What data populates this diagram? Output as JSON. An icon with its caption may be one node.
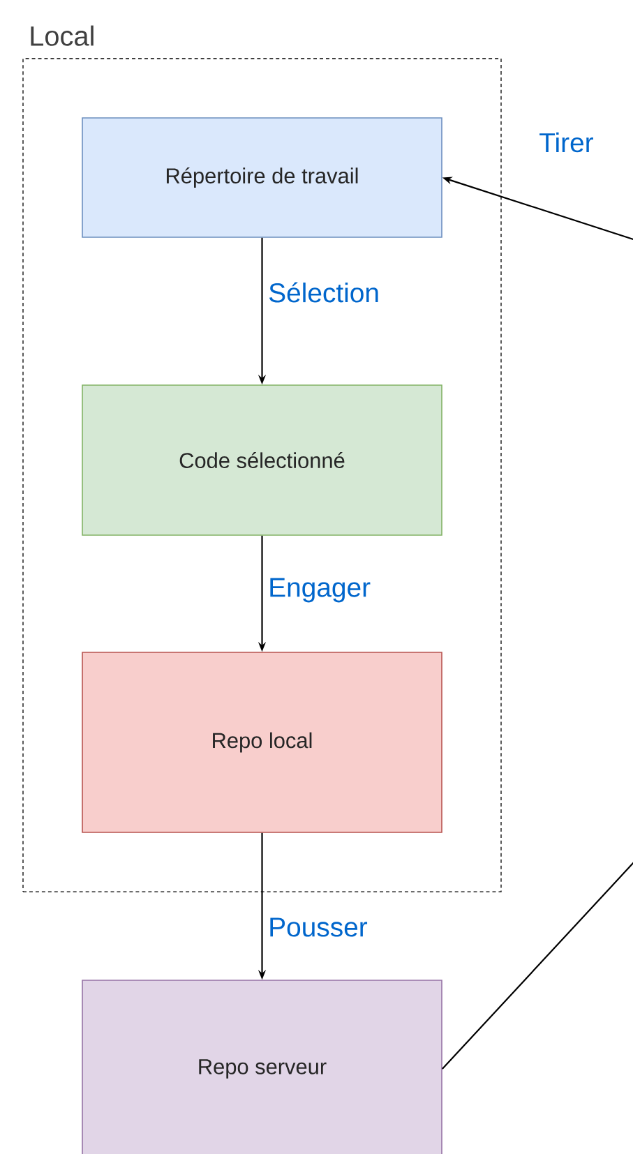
{
  "diagram": {
    "nodes": [
      {
        "text": [
          "Local"
        ]
      },
      {
        "text": [
          "Répertoire de travail"
        ],
        "in": 0
      },
      {
        "text": [
          "Code sélectionné"
        ],
        "in": 0
      },
      {
        "text": [
          "Repo local"
        ],
        "in": 0
      },
      {
        "text": [
          "Repo serveur"
        ]
      }
    ],
    "edges": [
      {
        "from": 1,
        "to": 2,
        "arrow": "to",
        "label": "Sélection"
      },
      {
        "from": 2,
        "to": 3,
        "arrow": "to",
        "label": "Engager"
      },
      {
        "from": 3,
        "to": 4,
        "arrow": "to",
        "label": "Pousser"
      },
      {
        "from": 4,
        "to": 1,
        "arrow": "to",
        "label": "Tirer"
      }
    ]
  }
}
